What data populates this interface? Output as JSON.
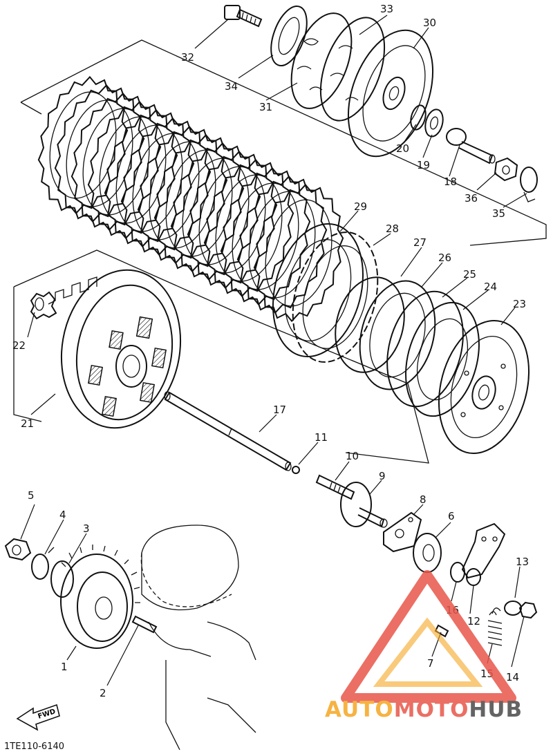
{
  "diagram": {
    "part_code": "1TE110-6140",
    "fwd_label": "FWD",
    "watermark": {
      "brand_a": "AUTO",
      "brand_b": "MOTO",
      "brand_c": "HUB",
      "color_a": "#f5a623",
      "color_b": "#e8564a",
      "color_c": "#4a4a4a"
    },
    "callouts": [
      {
        "id": "c1",
        "label": "1"
      },
      {
        "id": "c2",
        "label": "2"
      },
      {
        "id": "c3",
        "label": "3"
      },
      {
        "id": "c4",
        "label": "4"
      },
      {
        "id": "c5",
        "label": "5"
      },
      {
        "id": "c6",
        "label": "6"
      },
      {
        "id": "c7",
        "label": "7"
      },
      {
        "id": "c8",
        "label": "8"
      },
      {
        "id": "c9",
        "label": "9"
      },
      {
        "id": "c10",
        "label": "10"
      },
      {
        "id": "c11",
        "label": "11"
      },
      {
        "id": "c12",
        "label": "12"
      },
      {
        "id": "c13",
        "label": "13"
      },
      {
        "id": "c14",
        "label": "14"
      },
      {
        "id": "c15",
        "label": "15"
      },
      {
        "id": "c16",
        "label": "16"
      },
      {
        "id": "c17",
        "label": "17"
      },
      {
        "id": "c18",
        "label": "18"
      },
      {
        "id": "c19",
        "label": "19"
      },
      {
        "id": "c20",
        "label": "20"
      },
      {
        "id": "c21",
        "label": "21"
      },
      {
        "id": "c22",
        "label": "22"
      },
      {
        "id": "c23",
        "label": "23"
      },
      {
        "id": "c24",
        "label": "24"
      },
      {
        "id": "c25",
        "label": "25"
      },
      {
        "id": "c26",
        "label": "26"
      },
      {
        "id": "c27",
        "label": "27"
      },
      {
        "id": "c28",
        "label": "28"
      },
      {
        "id": "c29",
        "label": "29"
      },
      {
        "id": "c30",
        "label": "30"
      },
      {
        "id": "c31",
        "label": "31"
      },
      {
        "id": "c32",
        "label": "32"
      },
      {
        "id": "c33",
        "label": "33"
      },
      {
        "id": "c34",
        "label": "34"
      },
      {
        "id": "c35",
        "label": "35"
      },
      {
        "id": "c36",
        "label": "36"
      }
    ]
  }
}
